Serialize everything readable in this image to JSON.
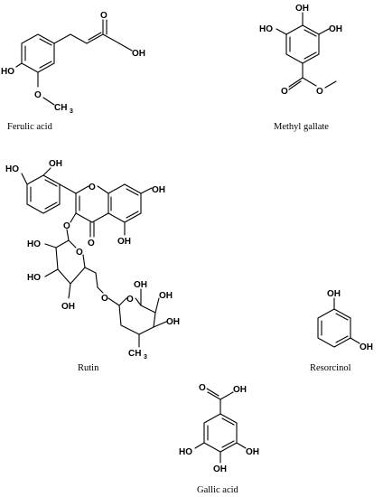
{
  "captions": {
    "ferulic": "Ferulic acid",
    "methyl_gallate": "Methyl gallate",
    "rutin": "Rutin",
    "resorcinol": "Resorcinol",
    "gallic": "Gallic acid"
  },
  "labels": {
    "oh": "OH",
    "ho": "HO",
    "o": "O",
    "ch": "CH",
    "three": "3"
  }
}
